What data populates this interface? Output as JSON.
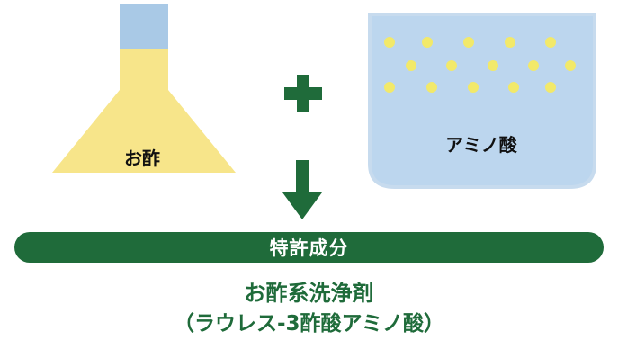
{
  "flask": {
    "label": "お酢",
    "liquid_color": "#f7e58a",
    "neck_color": "#a9c9e6"
  },
  "beaker": {
    "label": "アミノ酸",
    "liquid_color": "#bcd6ee",
    "dot_color": "#f2e96a"
  },
  "plus_symbol": {
    "color": "#1f6b3a"
  },
  "arrow": {
    "color": "#1f6b3a"
  },
  "banner": {
    "label": "特許成分",
    "color": "#1f6b3a"
  },
  "product": {
    "title": "お酢系洗浄剤",
    "subtitle": "（ラウレス-3酢酸アミノ酸）",
    "color": "#1f6b3a"
  }
}
